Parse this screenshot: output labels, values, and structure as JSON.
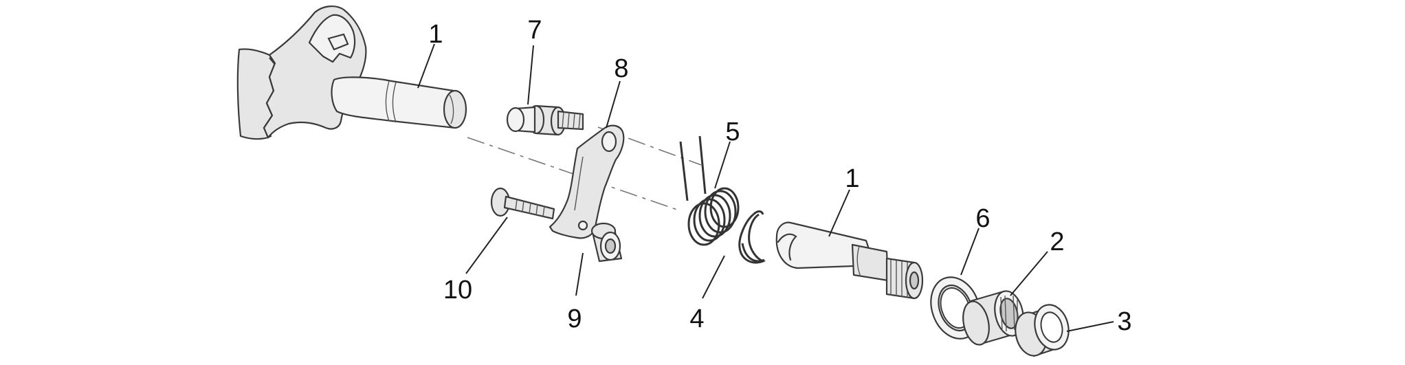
{
  "diagram": {
    "callouts": [
      {
        "id": "1a",
        "label": "1"
      },
      {
        "id": "7",
        "label": "7"
      },
      {
        "id": "8",
        "label": "8"
      },
      {
        "id": "5",
        "label": "5"
      },
      {
        "id": "1b",
        "label": "1"
      },
      {
        "id": "6",
        "label": "6"
      },
      {
        "id": "2",
        "label": "2"
      },
      {
        "id": "3",
        "label": "3"
      },
      {
        "id": "10",
        "label": "10"
      },
      {
        "id": "9",
        "label": "9"
      },
      {
        "id": "4",
        "label": "4"
      }
    ]
  }
}
